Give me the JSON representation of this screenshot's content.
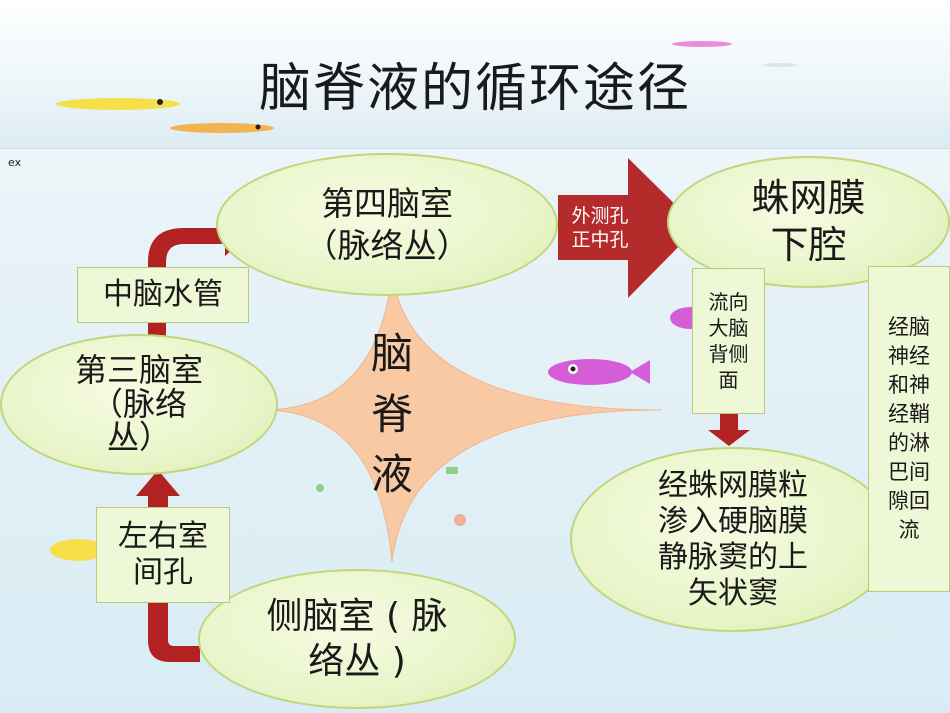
{
  "slide": {
    "title": "脑脊液的循环途径",
    "corner_label": "ex"
  },
  "nodes": {
    "fourth_ventricle": "第四脑室\n（脉络丛）",
    "subarachnoid": "蛛网膜\n下腔",
    "third_ventricle": "第三脑室\n（脉络\n丛）",
    "lateral_ventricle": "侧脑室 ( 脉\n络丛 )",
    "granulation": "经蛛网膜粒\n渗入硬脑膜\n静脉窦的上\n矢状窦",
    "center_label": "脑\n脊\n液"
  },
  "labels": {
    "aqueduct": "中脑水管",
    "interventricular_foramen": "左右室\n间孔",
    "apertures": "外测孔\n正中孔",
    "flow_dorsal": "流向\n大脑\n背侧\n面",
    "lymph": "经脑\n神经\n和神\n经鞘\n的淋\n巴间\n隙回\n流"
  },
  "colors": {
    "arrow_red": "#b22222",
    "star_fill": "#f8c9a3",
    "node_fill": "#e9f5c9",
    "label_box": "#eef7d6"
  }
}
